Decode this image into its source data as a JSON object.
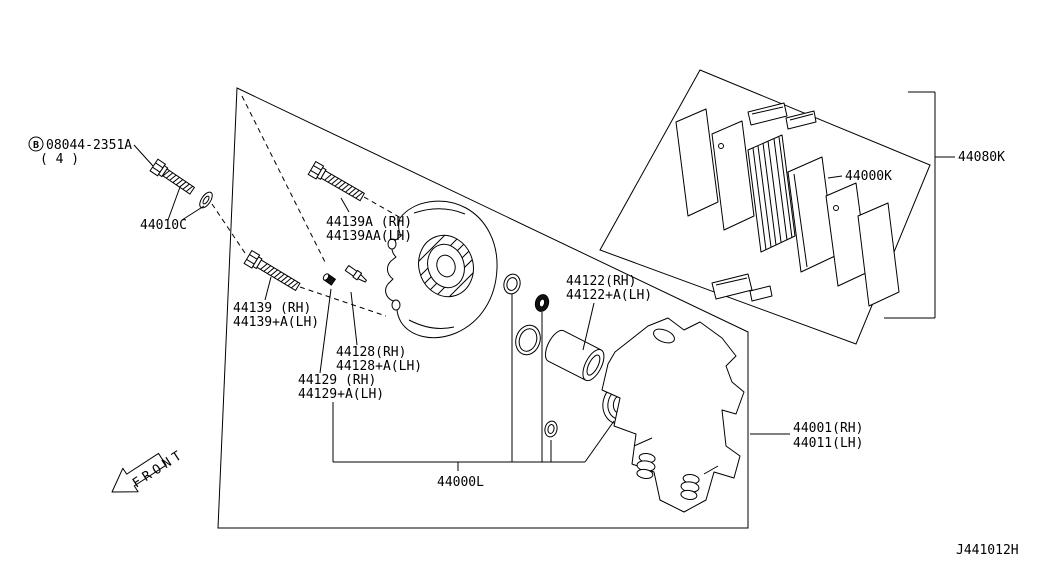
{
  "diagram": {
    "drawing_id": "J441012H",
    "front_label": "FRONT",
    "labels": {
      "bolt_badge": "B",
      "bolt_number": "08044-2351A",
      "bolt_qty": "( 4 )",
      "washer": "44010C",
      "pin_upper_rh": "44139A (RH)",
      "pin_upper_lh": "44139AA(LH)",
      "pin_lower_rh": "44139 (RH)",
      "pin_lower_lh": "44139+A(LH)",
      "bleeder_rh": "44128(RH)",
      "bleeder_lh": "44128+A(LH)",
      "cap_rh": "44129 (RH)",
      "cap_lh": "44129+A(LH)",
      "piston_rh": "44122(RH)",
      "piston_lh": "44122+A(LH)",
      "seal_kit": "44000L",
      "caliper_rh": "44001(RH)",
      "caliper_lh": "44011(LH)",
      "pad_kit": "44000K",
      "pad_hardware_kit": "44080K"
    }
  }
}
